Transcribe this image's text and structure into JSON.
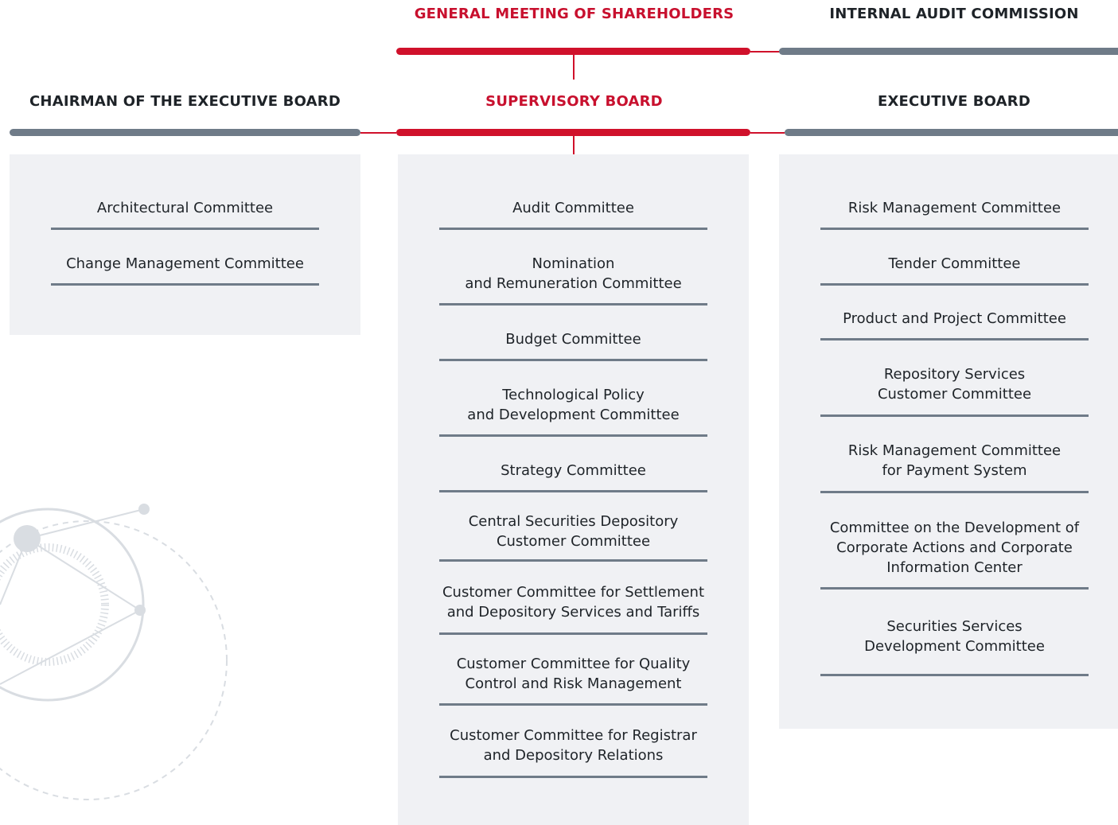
{
  "headings": {
    "general_meeting": "GENERAL MEETING OF SHAREHOLDERS",
    "internal_audit": "INTERNAL AUDIT COMMISSION",
    "chairman": "CHAIRMAN OF THE EXECUTIVE BOARD",
    "supervisory": "SUPERVISORY BOARD",
    "executive": "EXECUTIVE BOARD"
  },
  "colors": {
    "accent_red": "#d0112b",
    "bar_gray": "#6f7b88",
    "panel_bg": "#f0f1f4"
  },
  "chairman_committees": [
    {
      "line1": "Architectural Committee",
      "line2": ""
    },
    {
      "line1": "Change Management Committee",
      "line2": ""
    }
  ],
  "supervisory_committees": [
    {
      "line1": "Audit Committee",
      "line2": ""
    },
    {
      "line1": "Nomination",
      "line2": "and Remuneration Committee"
    },
    {
      "line1": "Budget Committee",
      "line2": ""
    },
    {
      "line1": "Technological Policy",
      "line2": "and Development Committee"
    },
    {
      "line1": "Strategy Committee",
      "line2": ""
    },
    {
      "line1": "Central Securities Depository",
      "line2": "Customer Committee"
    },
    {
      "line1": "Customer Committee for Settlement",
      "line2": "and Depository Services and Tariffs"
    },
    {
      "line1": "Customer Committee for Quality",
      "line2": "Control and Risk Management"
    },
    {
      "line1": "Customer Committee for Registrar",
      "line2": "and Depository Relations"
    }
  ],
  "executive_committees": [
    {
      "line1": "Risk Management Committee",
      "line2": "",
      "line3": ""
    },
    {
      "line1": "Tender Committee",
      "line2": "",
      "line3": ""
    },
    {
      "line1": "Product and Project Committee",
      "line2": "",
      "line3": ""
    },
    {
      "line1": "Repository Services",
      "line2": "Customer Committee",
      "line3": ""
    },
    {
      "line1": "Risk Management Committee",
      "line2": "for Payment System",
      "line3": ""
    },
    {
      "line1": "Committee on the Development of",
      "line2": "Corporate Actions and Corporate",
      "line3": "Information Center"
    },
    {
      "line1": "Securities Services",
      "line2": "Development Committee",
      "line3": ""
    }
  ]
}
